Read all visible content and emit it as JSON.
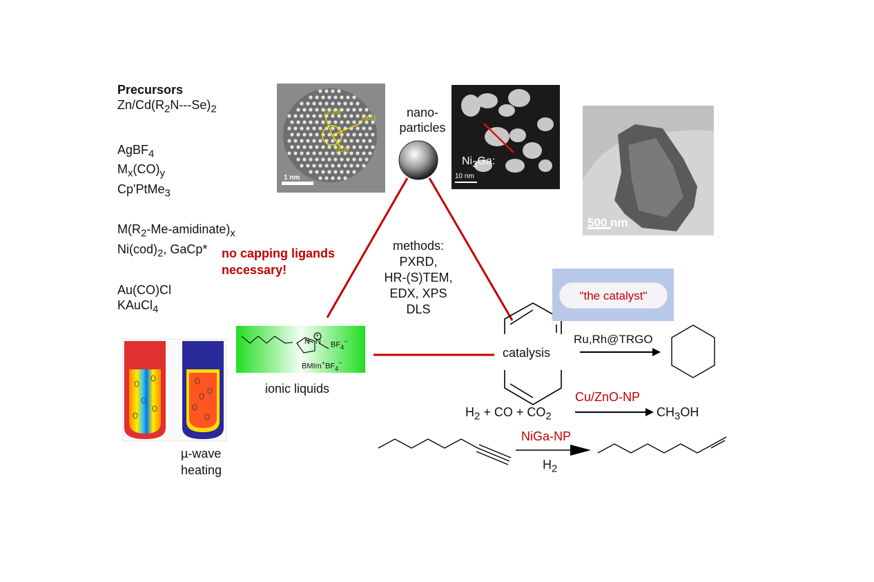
{
  "precursors": {
    "title": "Precursors",
    "p1_pre": "Zn/Cd(R",
    "p1_sub1": "2",
    "p1_mid": "N---Se)",
    "p1_sub2": "2",
    "p2_pre": "AgBF",
    "p2_sub": "4",
    "p3_pre": "M",
    "p3_sub1": "x",
    "p3_mid": "(CO)",
    "p3_sub2": "y",
    "p4_pre": "Cp'PtMe",
    "p4_sub": "3",
    "p5_pre": "M(R",
    "p5_sub1": "2",
    "p5_mid": "-Me-amidinate)",
    "p5_sub2": "x",
    "p6_pre": "Ni(cod)",
    "p6_sub": "2",
    "p6_post": ", GaCp*",
    "p7": "Au(CO)Cl",
    "p8_pre": "KAuCl",
    "p8_sub": "4"
  },
  "no_capping": {
    "line1": "no capping ligands",
    "line2": "necessary!"
  },
  "nanoparticles": {
    "line1": "nano-",
    "line2": "particles"
  },
  "methods": {
    "l1": "methods:",
    "l2": "PXRD,",
    "l3": "HR-(S)TEM,",
    "l4": "EDX, XPS",
    "l5": "DLS"
  },
  "micrograph1": {
    "scale": "1 nm",
    "lbl1": "[1-10]",
    "lbl2": "[001]",
    "lbl3": "[110]"
  },
  "micrograph2": {
    "label_pre": "Ni",
    "label_sub": "3",
    "label_post": "Ga:",
    "scale": "10 nm"
  },
  "micrograph3": {
    "scale": "500 nm"
  },
  "catalyst_pill": {
    "label": "\"the catalyst\""
  },
  "ionic": {
    "cation": "BMIm",
    "plus": "+",
    "anion": "BF",
    "anion_sub": "4",
    "minus": "−",
    "formula_pre": "BMIm",
    "formula_sup1": "+",
    "formula_mid": "BF",
    "formula_sub": "4",
    "formula_sup2": "−",
    "label": "ionic liquids",
    "n_plus": "N",
    "n": "N",
    "bf4": "BF"
  },
  "microwave": {
    "line1": "µ-wave",
    "line2": "heating"
  },
  "catalysis": {
    "label": "catalysis"
  },
  "reaction1": {
    "catalyst": "Ru,Rh@TRGO"
  },
  "reaction2": {
    "lhs_pre": "H",
    "lhs_sub1": "2",
    "lhs_mid": " + CO + CO",
    "lhs_sub2": "2",
    "catalyst": "Cu/ZnO-NP",
    "rhs_pre": "CH",
    "rhs_sub": "3",
    "rhs_post": "OH"
  },
  "reaction3": {
    "catalyst": "NiGa-NP",
    "reagent_pre": "H",
    "reagent_sub": "2"
  },
  "colors": {
    "accent_red": "#c00000",
    "line_red": "#c00000",
    "green": "#2ecc2e",
    "pill_bg": "#b8c8e8"
  }
}
